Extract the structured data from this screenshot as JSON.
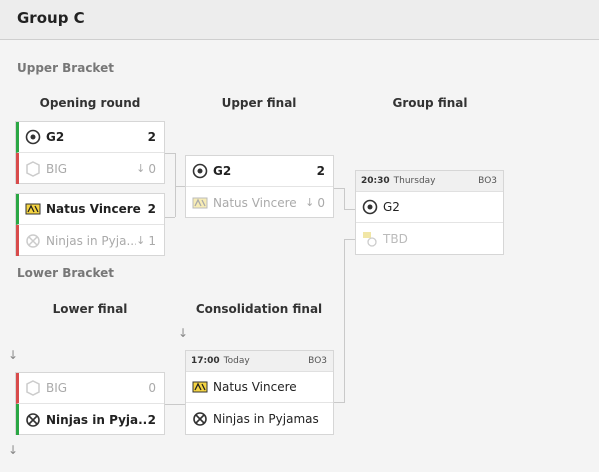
{
  "header": {
    "title": "Group C"
  },
  "upper": {
    "label": "Upper Bracket",
    "col_opening": "Opening round",
    "col_final": "Upper final",
    "col_group": "Group final",
    "m1": {
      "t1": "G2",
      "s1": "2",
      "t2": "BIG",
      "s2": "0"
    },
    "m2": {
      "t1": "Natus Vincere",
      "s1": "2",
      "t2": "Ninjas in Pyja...",
      "s2": "1"
    },
    "m3": {
      "t1": "G2",
      "s1": "2",
      "t2": "Natus Vincere",
      "s2": "0"
    },
    "gf": {
      "time": "20:30",
      "day": "Thursday",
      "bo": "BO3",
      "t1": "G2",
      "t2": "TBD"
    }
  },
  "lower": {
    "label": "Lower Bracket",
    "col_final": "Lower final",
    "col_consol": "Consolidation final",
    "lf": {
      "t1": "BIG",
      "s1": "0",
      "t2": "Ninjas in Pyja...",
      "s2": "2"
    },
    "cf": {
      "time": "17:00",
      "day": "Today",
      "bo": "BO3",
      "t1": "Natus Vincere",
      "t2": "Ninjas in Pyjamas"
    }
  },
  "icons": {
    "eliminated": "↓",
    "down_arrow": "↓"
  }
}
